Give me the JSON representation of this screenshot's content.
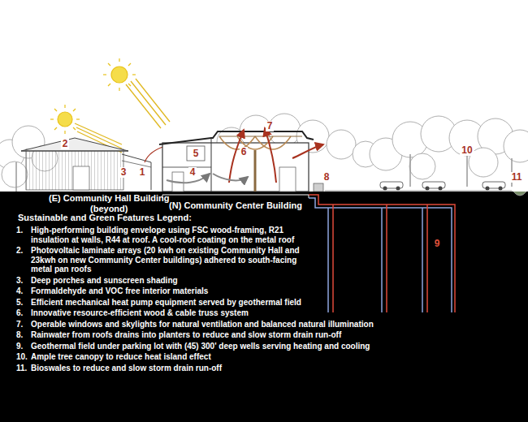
{
  "diagram": {
    "labels": [
      "2",
      "3",
      "1",
      "5",
      "4",
      "6",
      "7",
      "8",
      "9",
      "10",
      "11",
      "(E) Community Hall Building",
      "(beyond)",
      "(N) Community Center Building",
      "Sustainable and Green Features Legend:",
      "1.",
      "High-performing building envelope using FSC wood-framing, R21 insulation at walls, R44 at roof. A cool-roof coating on the metal roof",
      "2.",
      "Photovoltaic laminate arrays (20 kwh on existing Community Hall and 23kwh on new Community Center buildings) adhered to south-facing metal pan roofs",
      "3.",
      "Deep porches and sunscreen shading",
      "4.",
      "Formaldehyde and VOC free interior materials",
      "5.",
      "Efficient mechanical heat pump equipment served by geothermal field",
      "6.",
      "Innovative resource-efficient wood & cable truss system",
      "7.",
      "Operable windows and skylights for natural ventilation and balanced natural illumination",
      "8.",
      "Rainwater from roofs drains into planters to reduce and slow storm drain run-off",
      "9.",
      "Geothermal field under parking lot with (45) 300' deep wells serving heating and cooling",
      "10.",
      "Ample tree canopy to reduce heat island effect",
      "11.",
      "Bioswales to reduce and slow storm drain run-off"
    ]
  }
}
